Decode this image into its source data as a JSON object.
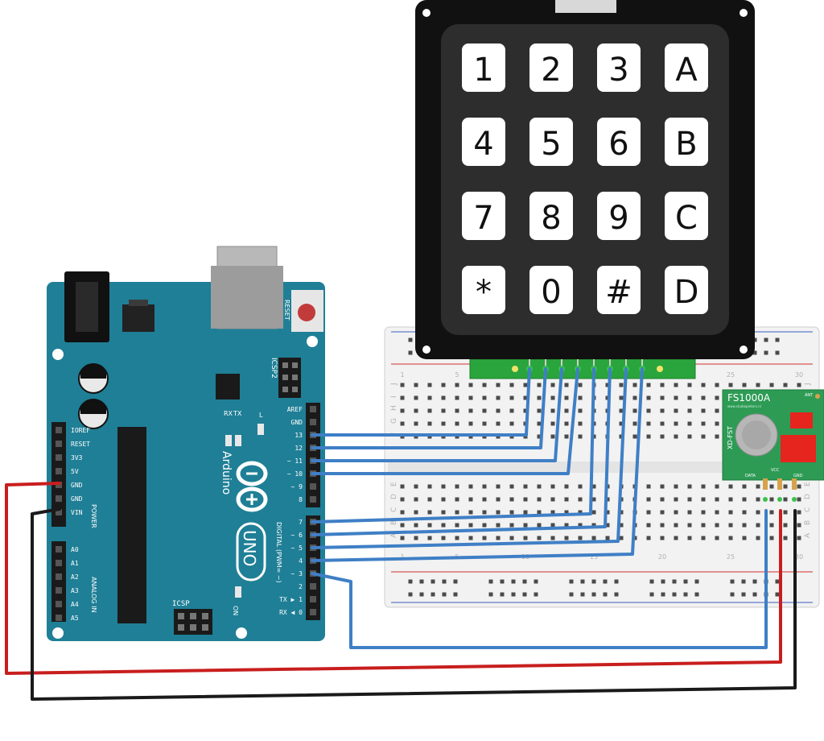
{
  "keypad": {
    "keys": [
      [
        "1",
        "2",
        "3",
        "A"
      ],
      [
        "4",
        "5",
        "6",
        "B"
      ],
      [
        "7",
        "8",
        "9",
        "C"
      ],
      [
        "*",
        "0",
        "#",
        "D"
      ]
    ]
  },
  "arduino": {
    "brand": "Arduino",
    "model": "UNO",
    "reset_label": "RESET",
    "icsp_label": "ICSP",
    "icsp2_label": "ICSP2",
    "on_label": "ON",
    "tx_label": "TX",
    "rx_label": "RX",
    "l_label": "L",
    "power_section": "POWER",
    "analog_section": "ANALOG IN",
    "digital_section": "DIGITAL (PWM= ~)",
    "power_pins": [
      "IOREF",
      "RESET",
      "3V3",
      "5V",
      "GND",
      "GND",
      "VIN"
    ],
    "analog_pins": [
      "A0",
      "A1",
      "A2",
      "A3",
      "A4",
      "A5"
    ],
    "digital_pins_top": [
      "AREF",
      "GND",
      "13",
      "12",
      "~ 11",
      "~ 10",
      "~ 9",
      "8"
    ],
    "digital_pins_bottom": [
      "7",
      "~ 6",
      "~ 5",
      "4",
      "~ 3",
      "2",
      "TX ▶ 1",
      "RX ◀ 0"
    ]
  },
  "breadboard": {
    "row_letters_top": [
      "J",
      "I",
      "H",
      "G",
      "F"
    ],
    "row_letters_bottom": [
      "E",
      "D",
      "C",
      "B",
      "A"
    ],
    "col_numbers": [
      "1",
      "5",
      "10",
      "15",
      "20",
      "25",
      "30"
    ]
  },
  "rf_module": {
    "name": "FS1000A",
    "side_label": "XD-FST",
    "url": "www.studiopieters.nl",
    "ant_label": "ANT",
    "pin_labels": [
      "DATA",
      "VCC",
      "GND"
    ]
  },
  "colors": {
    "board": "#1f7f96",
    "wire_blue": "#3f7fc6",
    "wire_red": "#c81e1e",
    "wire_black": "#1a1a1a",
    "keypad": "#2d2d2d",
    "rf_board": "#2e9b55"
  }
}
